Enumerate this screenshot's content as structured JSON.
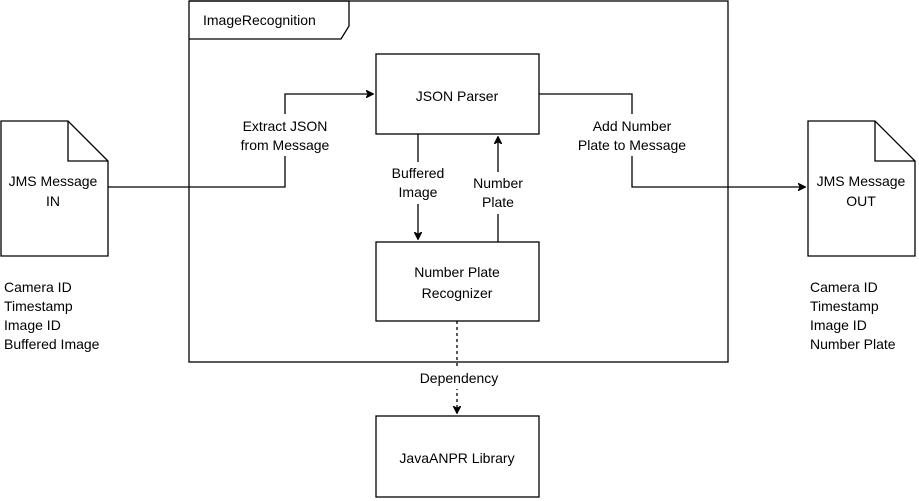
{
  "diagram": {
    "container": {
      "label": "ImageRecognition"
    },
    "nodes": {
      "json_parser": {
        "label": "JSON Parser"
      },
      "recognizer": {
        "lines": [
          "Number Plate",
          "Recognizer"
        ]
      },
      "library": {
        "label": "JavaANPR Library"
      },
      "msg_in": {
        "lines": [
          "JMS Message",
          "IN"
        ]
      },
      "msg_out": {
        "lines": [
          "JMS Message",
          "OUT"
        ]
      }
    },
    "edges": {
      "extract_json": {
        "lines": [
          "Extract JSON",
          "from Message"
        ]
      },
      "add_plate": {
        "lines": [
          "Add Number",
          "Plate to Message"
        ]
      },
      "buffered_image": {
        "lines": [
          "Buffered",
          "Image"
        ]
      },
      "number_plate": {
        "lines": [
          "Number",
          "Plate"
        ]
      },
      "dependency": {
        "label": "Dependency"
      }
    },
    "in_fields": [
      "Camera ID",
      "Timestamp",
      "Image ID",
      "Buffered Image"
    ],
    "out_fields": [
      "Camera ID",
      "Timestamp",
      "Image ID",
      "Number Plate"
    ]
  }
}
